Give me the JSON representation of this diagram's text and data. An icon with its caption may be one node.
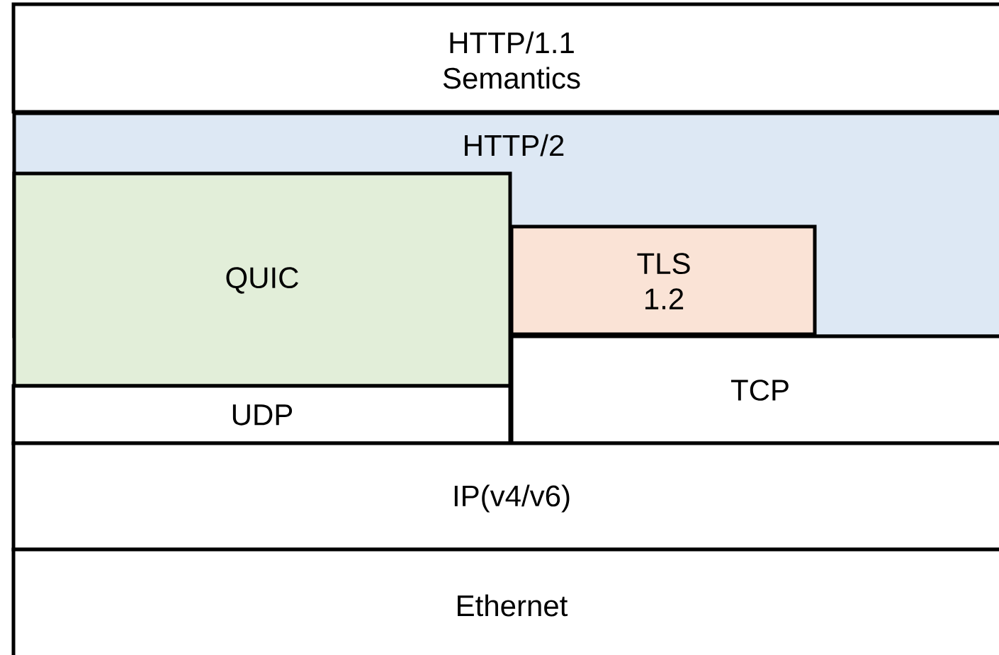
{
  "diagram": {
    "nodes": [
      {
        "text": [
          "HTTP/1.1 Semantics"
        ]
      },
      {
        "text": [
          "HTTP/2"
        ]
      },
      {
        "text": [
          "QUIC"
        ]
      },
      {
        "text": [
          "TLS 1.2"
        ],
        "in": 1
      },
      {
        "text": [
          "UDP"
        ]
      },
      {
        "text": [
          "TCP"
        ]
      },
      {
        "text": [
          "IP(v4/v6)"
        ]
      },
      {
        "text": [
          "Ethernet"
        ]
      }
    ]
  }
}
